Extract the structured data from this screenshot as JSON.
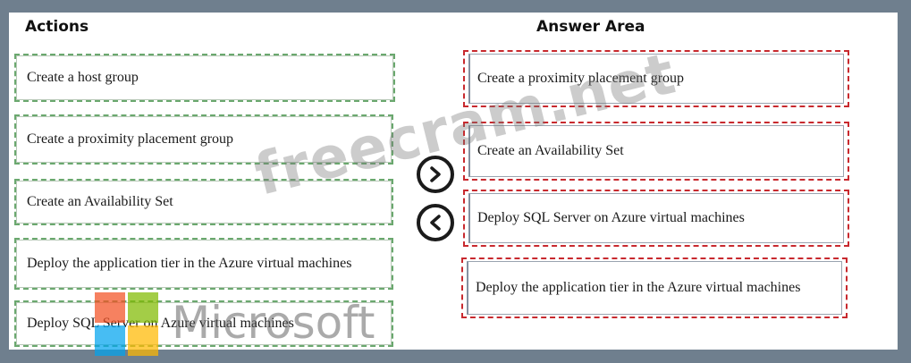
{
  "actions": {
    "heading": "Actions",
    "items": [
      "Create a host group",
      "Create a proximity placement group",
      "Create an Availability Set",
      "Deploy the application tier in the Azure virtual machines",
      "Deploy SQL Server on Azure virtual machines"
    ]
  },
  "answer": {
    "heading": "Answer Area",
    "items": [
      "Create a proximity placement group",
      "Create an Availability Set",
      "Deploy SQL Server on Azure virtual machines",
      "Deploy the application tier in the Azure virtual machines"
    ]
  },
  "controls": {
    "move_right_icon": "chevron-right-icon",
    "move_left_icon": "chevron-left-icon"
  },
  "watermark": {
    "site": "freecram.net",
    "brand": "Microsoft",
    "logo_colors": [
      "#f25022",
      "#7fba00",
      "#00a4ef",
      "#ffb900"
    ]
  },
  "colors": {
    "actions_border": "#6aa86e",
    "answer_border": "#c8292e"
  }
}
